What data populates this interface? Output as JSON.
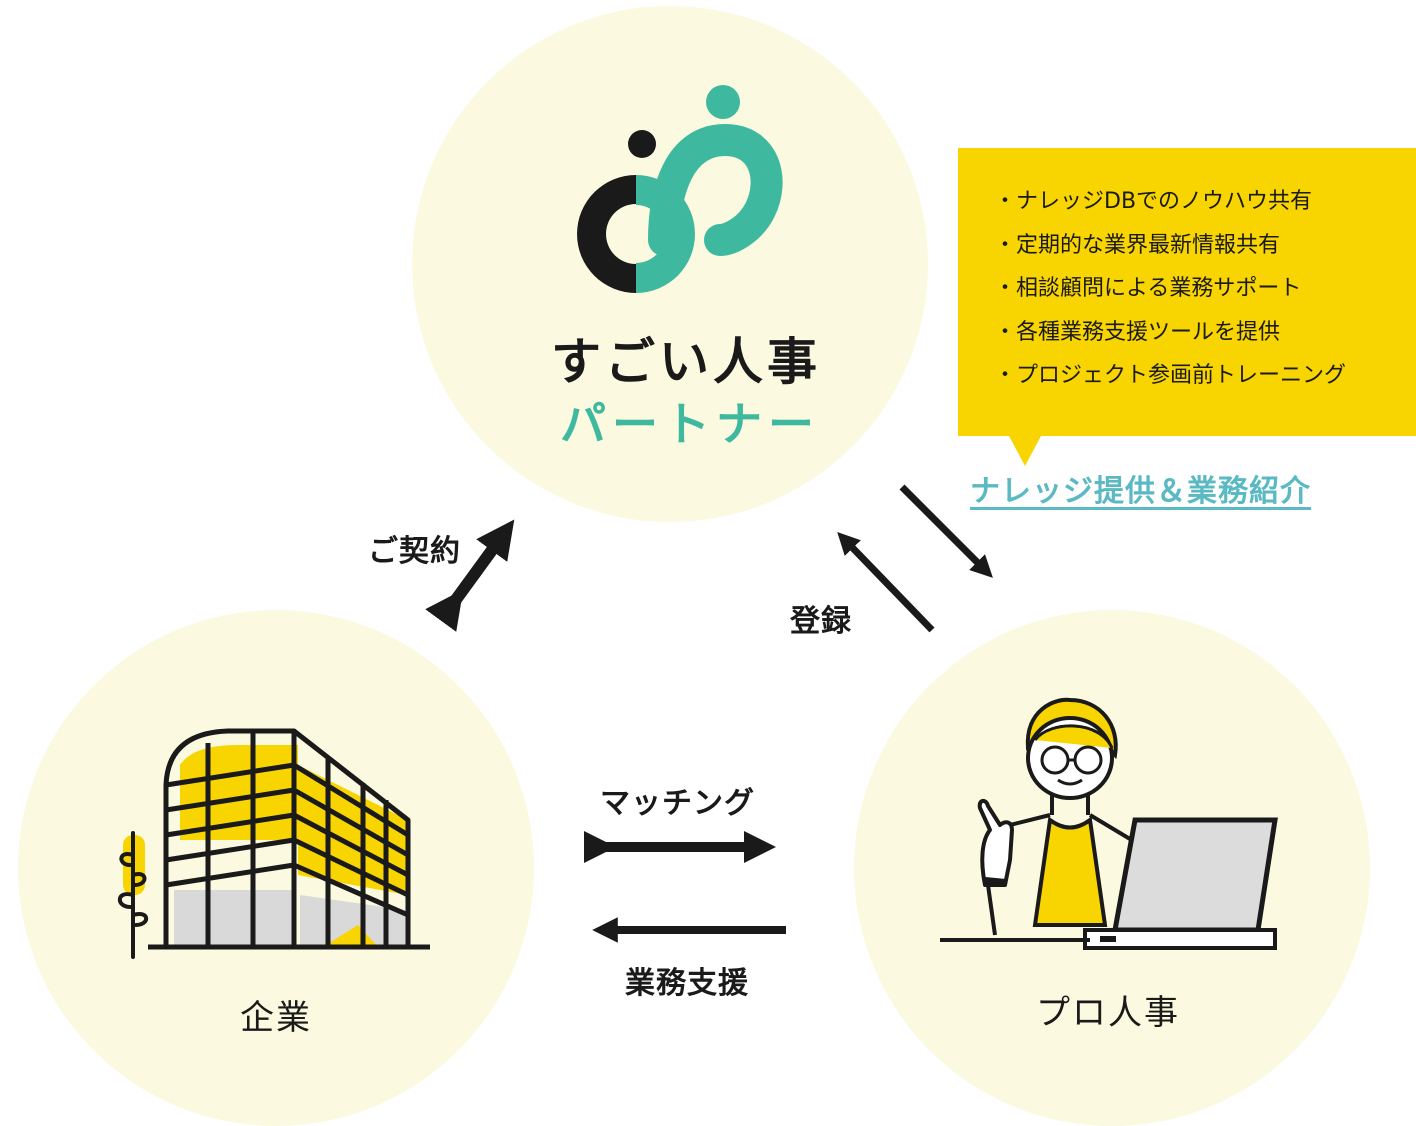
{
  "logo": {
    "name": "すごい人事",
    "sub": "パートナー"
  },
  "callout": {
    "items": [
      "ナレッジDBでのノウハウ共有",
      "定期的な業界最新情報共有",
      "相談顧問による業務サポート",
      "各種業務支援ツールを提供",
      "プロジェクト参画前トレーニング"
    ]
  },
  "links": {
    "knowledge": "ナレッジ提供＆業務紹介"
  },
  "edges": {
    "contract": "ご契約",
    "register": "登録",
    "matching": "マッチング",
    "support": "業務支援"
  },
  "nodes": {
    "company": "企業",
    "pro": "プロ人事"
  },
  "colors": {
    "circle_bg": "#fbf9df",
    "yellow": "#f8d400",
    "teal": "#3fb8a0",
    "link": "#5ab9c2",
    "dark": "#1a1a1a"
  }
}
